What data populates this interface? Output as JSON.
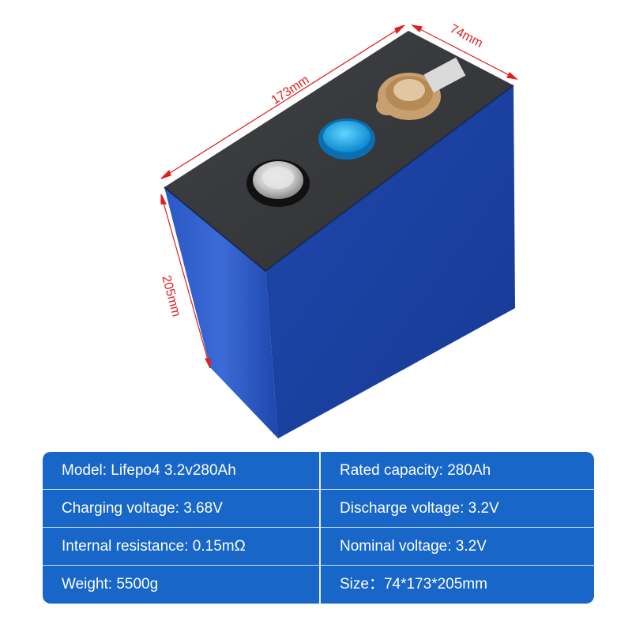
{
  "product": {
    "image_alt": "LiFePO4 prismatic battery cell with dimensions",
    "colors": {
      "casing": "#1d3fa0",
      "top_cap": "#3b3d40",
      "dimension_marker": "#e02020",
      "table_background": "#1766c8",
      "table_text": "#ffffff"
    }
  },
  "dimensions": {
    "length": "173mm",
    "width": "74mm",
    "height": "205mm"
  },
  "specs": [
    {
      "left": "Model: Lifepo4 3.2v280Ah",
      "right": "Rated capacity: 280Ah"
    },
    {
      "left": "Charging voltage: 3.68V",
      "right": "Discharge voltage: 3.2V"
    },
    {
      "left": "Internal resistance: 0.15mΩ",
      "right": "Nominal voltage: 3.2V"
    },
    {
      "left": "Weight: 5500g",
      "right": "Size：74*173*205mm"
    }
  ]
}
